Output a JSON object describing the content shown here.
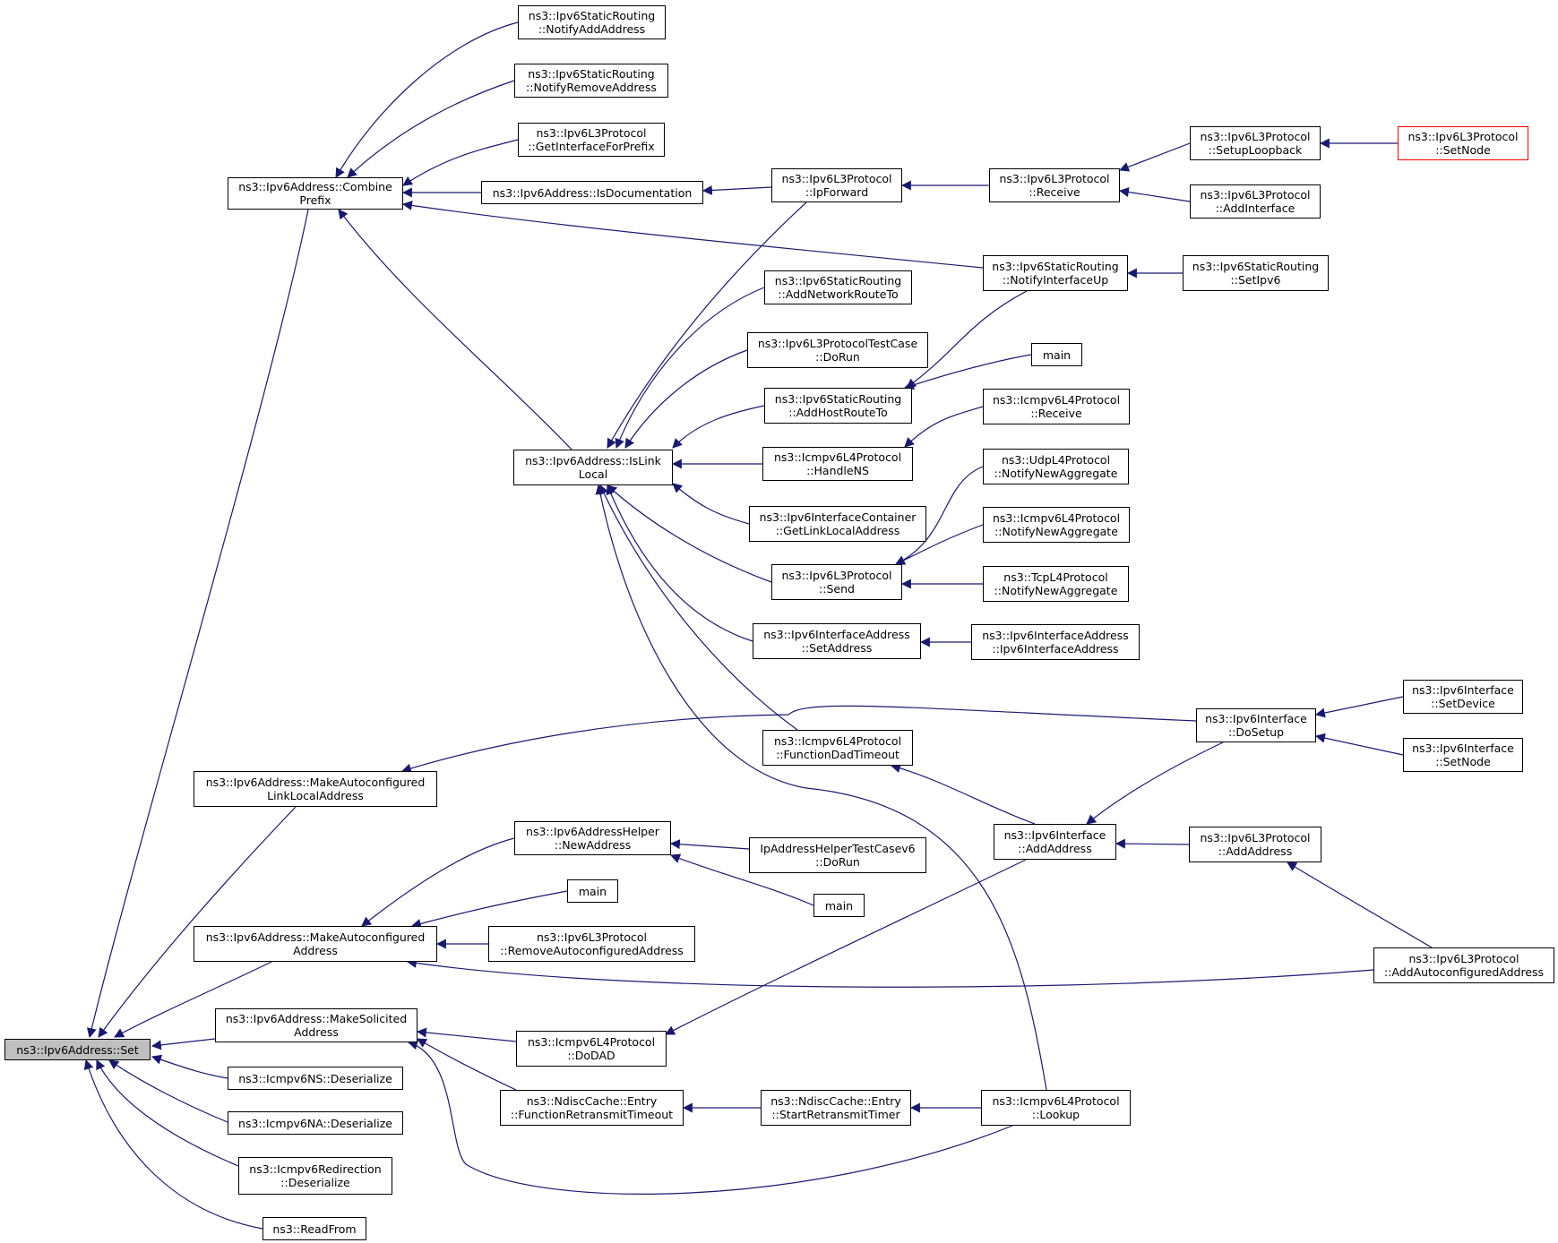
{
  "colors": {
    "edge": "#191970",
    "border": "#000000",
    "root_fill": "#bfbfbf",
    "truncated_border": "#ff0000"
  },
  "nodes": {
    "set": [
      "ns3::Ipv6Address::Set"
    ],
    "combine_prefix": [
      "ns3::Ipv6Address::Combine",
      "Prefix"
    ],
    "make_autoconf_linklocal": [
      "ns3::Ipv6Address::MakeAutoconfigured",
      "LinkLocalAddress"
    ],
    "make_autoconf_address": [
      "ns3::Ipv6Address::MakeAutoconfigured",
      "Address"
    ],
    "make_solicited": [
      "ns3::Ipv6Address::MakeSolicited",
      "Address"
    ],
    "icmpv6ns_deser": [
      "ns3::Icmpv6NS::Deserialize"
    ],
    "icmpv6na_deser": [
      "ns3::Icmpv6NA::Deserialize"
    ],
    "icmpv6redir_deser": [
      "ns3::Icmpv6Redirection",
      "::Deserialize"
    ],
    "readfrom": [
      "ns3::ReadFrom"
    ],
    "sr_notify_add": [
      "ns3::Ipv6StaticRouting",
      "::NotifyAddAddress"
    ],
    "sr_notify_remove": [
      "ns3::Ipv6StaticRouting",
      "::NotifyRemoveAddress"
    ],
    "l3_get_if_prefix": [
      "ns3::Ipv6L3Protocol",
      "::GetInterfaceForPrefix"
    ],
    "is_documentation": [
      "ns3::Ipv6Address::IsDocumentation"
    ],
    "is_link_local": [
      "ns3::Ipv6Address::IsLink",
      "Local"
    ],
    "l3_ipforward": [
      "ns3::Ipv6L3Protocol",
      "::IpForward"
    ],
    "sr_add_network_route": [
      "ns3::Ipv6StaticRouting",
      "::AddNetworkRouteTo"
    ],
    "l3_testcase_dorun": [
      "ns3::Ipv6L3ProtocolTestCase",
      "::DoRun"
    ],
    "sr_add_host_route": [
      "ns3::Ipv6StaticRouting",
      "::AddHostRouteTo"
    ],
    "icmp_handle_ns": [
      "ns3::Icmpv6L4Protocol",
      "::HandleNS"
    ],
    "ifc_get_linklocal": [
      "ns3::Ipv6InterfaceContainer",
      "::GetLinkLocalAddress"
    ],
    "l3_send": [
      "ns3::Ipv6L3Protocol",
      "::Send"
    ],
    "ifaddr_set_address": [
      "ns3::Ipv6InterfaceAddress",
      "::SetAddress"
    ],
    "icmp_function_dad": [
      "ns3::Icmpv6L4Protocol",
      "::FunctionDadTimeout"
    ],
    "l3_receive": [
      "ns3::Ipv6L3Protocol",
      "::Receive"
    ],
    "sr_notify_if_up": [
      "ns3::Ipv6StaticRouting",
      "::NotifyInterfaceUp"
    ],
    "main_1": [
      "main"
    ],
    "icmp_receive": [
      "ns3::Icmpv6L4Protocol",
      "::Receive"
    ],
    "udp_notify_agg": [
      "ns3::UdpL4Protocol",
      "::NotifyNewAggregate"
    ],
    "icmp_notify_agg": [
      "ns3::Icmpv6L4Protocol",
      "::NotifyNewAggregate"
    ],
    "tcp_notify_agg": [
      "ns3::TcpL4Protocol",
      "::NotifyNewAggregate"
    ],
    "ifaddr_ctor": [
      "ns3::Ipv6InterfaceAddress",
      "::Ipv6InterfaceAddress"
    ],
    "l3_setup_loopback": [
      "ns3::Ipv6L3Protocol",
      "::SetupLoopback"
    ],
    "l3_add_interface": [
      "ns3::Ipv6L3Protocol",
      "::AddInterface"
    ],
    "sr_set_ipv6": [
      "ns3::Ipv6StaticRouting",
      "::SetIpv6"
    ],
    "l3_set_node": [
      "ns3::Ipv6L3Protocol",
      "::SetNode"
    ],
    "if_dosetup": [
      "ns3::Ipv6Interface",
      "::DoSetup"
    ],
    "if_set_device": [
      "ns3::Ipv6Interface",
      "::SetDevice"
    ],
    "if_set_node": [
      "ns3::Ipv6Interface",
      "::SetNode"
    ],
    "helper_new_address": [
      "ns3::Ipv6AddressHelper",
      "::NewAddress"
    ],
    "main_2": [
      "main"
    ],
    "l3_remove_autoconf": [
      "ns3::Ipv6L3Protocol",
      "::RemoveAutoconfiguredAddress"
    ],
    "iphelper_test_dorun": [
      "IpAddressHelperTestCasev6",
      "::DoRun"
    ],
    "main_3": [
      "main"
    ],
    "if_add_address": [
      "ns3::Ipv6Interface",
      "::AddAddress"
    ],
    "l3_add_address": [
      "ns3::Ipv6L3Protocol",
      "::AddAddress"
    ],
    "l3_add_autoconf": [
      "ns3::Ipv6L3Protocol",
      "::AddAutoconfiguredAddress"
    ],
    "icmp_dodad": [
      "ns3::Icmpv6L4Protocol",
      "::DoDAD"
    ],
    "ndisc_func_retransmit": [
      "ns3::NdiscCache::Entry",
      "::FunctionRetransmitTimeout"
    ],
    "ndisc_start_retransmit": [
      "ns3::NdiscCache::Entry",
      "::StartRetransmitTimer"
    ],
    "icmp_lookup": [
      "ns3::Icmpv6L4Protocol",
      "::Lookup"
    ]
  }
}
